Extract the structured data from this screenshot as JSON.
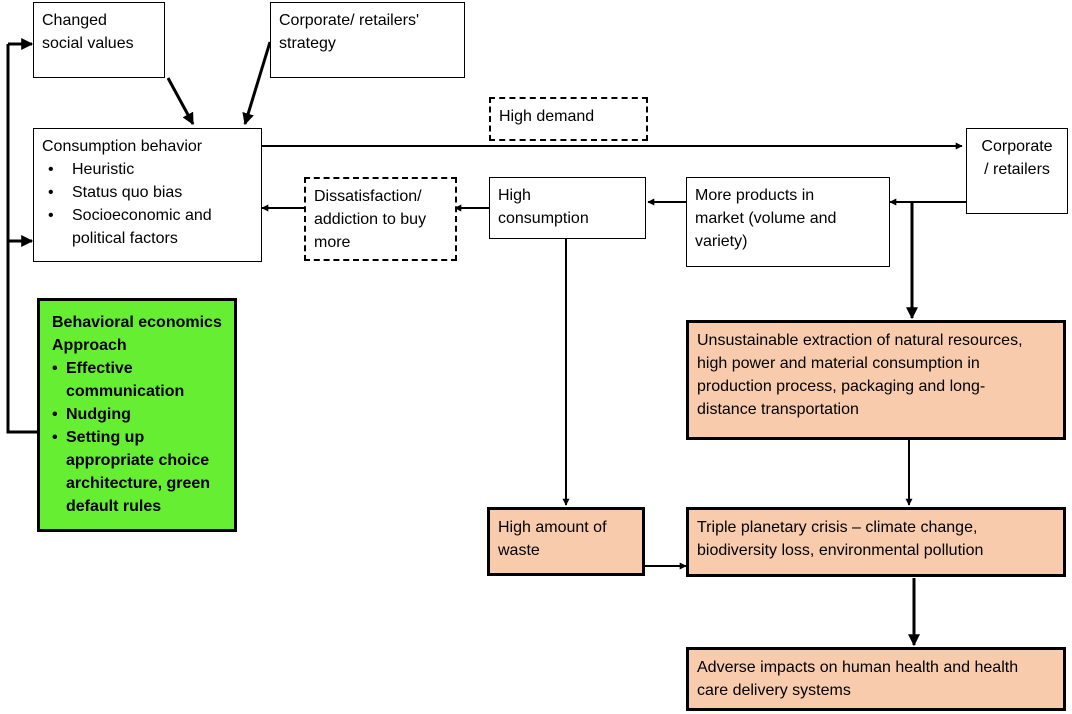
{
  "diagram": {
    "nodes": {
      "social_values": {
        "lines": [
          "Changed",
          "social values"
        ]
      },
      "corporate_strategy": {
        "lines": [
          "Corporate/ retailers'",
          "strategy"
        ]
      },
      "consumption_behavior": {
        "title": "Consumption behavior",
        "bullets": [
          "Heuristic",
          "Status quo bias",
          "Socioeconomic and",
          "political factors"
        ]
      },
      "high_demand": {
        "lines": [
          "High demand"
        ]
      },
      "corporate_retailers": {
        "lines": [
          "Corporate",
          "/ retailers"
        ]
      },
      "dissatisfaction": {
        "lines": [
          "Dissatisfaction/",
          "addiction to buy",
          "more"
        ]
      },
      "high_consumption": {
        "lines": [
          "High",
          "consumption"
        ]
      },
      "more_products": {
        "lines": [
          "More products in",
          "market (volume and",
          "variety)"
        ]
      },
      "behavioral_economics": {
        "title_lines": [
          "Behavioral economics",
          "Approach"
        ],
        "bullets": [
          "Effective",
          "communication",
          "Nudging",
          "Setting up",
          "appropriate choice",
          "architecture, green",
          "default rules"
        ]
      },
      "unsustainable_extraction": {
        "lines": [
          "Unsustainable extraction of natural resources,",
          "high power and material consumption in",
          "production process, packaging and long-",
          "distance transportation"
        ]
      },
      "high_waste": {
        "lines": [
          "High amount of",
          "waste"
        ]
      },
      "triple_crisis": {
        "lines": [
          "Triple planetary crisis – climate change,",
          "biodiversity loss, environmental pollution"
        ]
      },
      "adverse_impacts": {
        "lines": [
          "Adverse impacts on human health and health",
          "care delivery systems"
        ]
      }
    },
    "colors": {
      "salmon": "#f8cbad",
      "green": "#66ee33",
      "line": "#000000"
    }
  }
}
